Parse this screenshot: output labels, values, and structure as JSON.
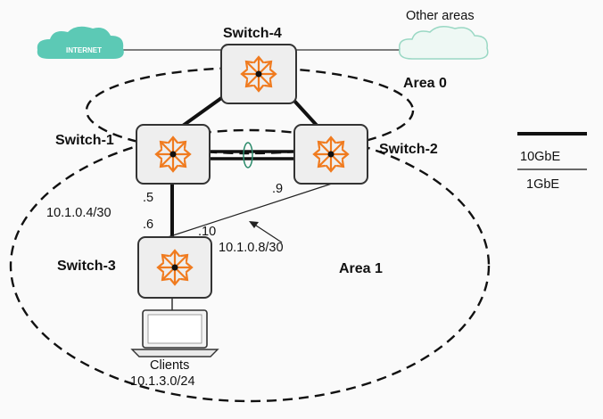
{
  "clouds": {
    "internet": "INTERNET",
    "other": "Other areas"
  },
  "switches": {
    "s4": "Switch-4",
    "s1": "Switch-1",
    "s2": "Switch-2",
    "s3": "Switch-3"
  },
  "areas": {
    "area0": "Area 0",
    "area1": "Area 1"
  },
  "addresses": {
    "s1_s3_s1side": ".5",
    "s1_s3_s3side": ".6",
    "s1_s3_subnet": "10.1.0.4/30",
    "s2_s3_s2side": ".9",
    "s2_s3_s3side": ".10",
    "s2_s3_subnet": "10.1.0.8/30"
  },
  "clients": {
    "label": "Clients",
    "subnet": "10.1.3.0/24"
  },
  "legend": {
    "thick": "10GbE",
    "thin": "1GbE"
  },
  "colors": {
    "switch_arrows": "#f07b1f",
    "internet_cloud": "#5cc9b5",
    "other_cloud": "#9ad8c4",
    "lag_oval": "#2a8a6a"
  }
}
